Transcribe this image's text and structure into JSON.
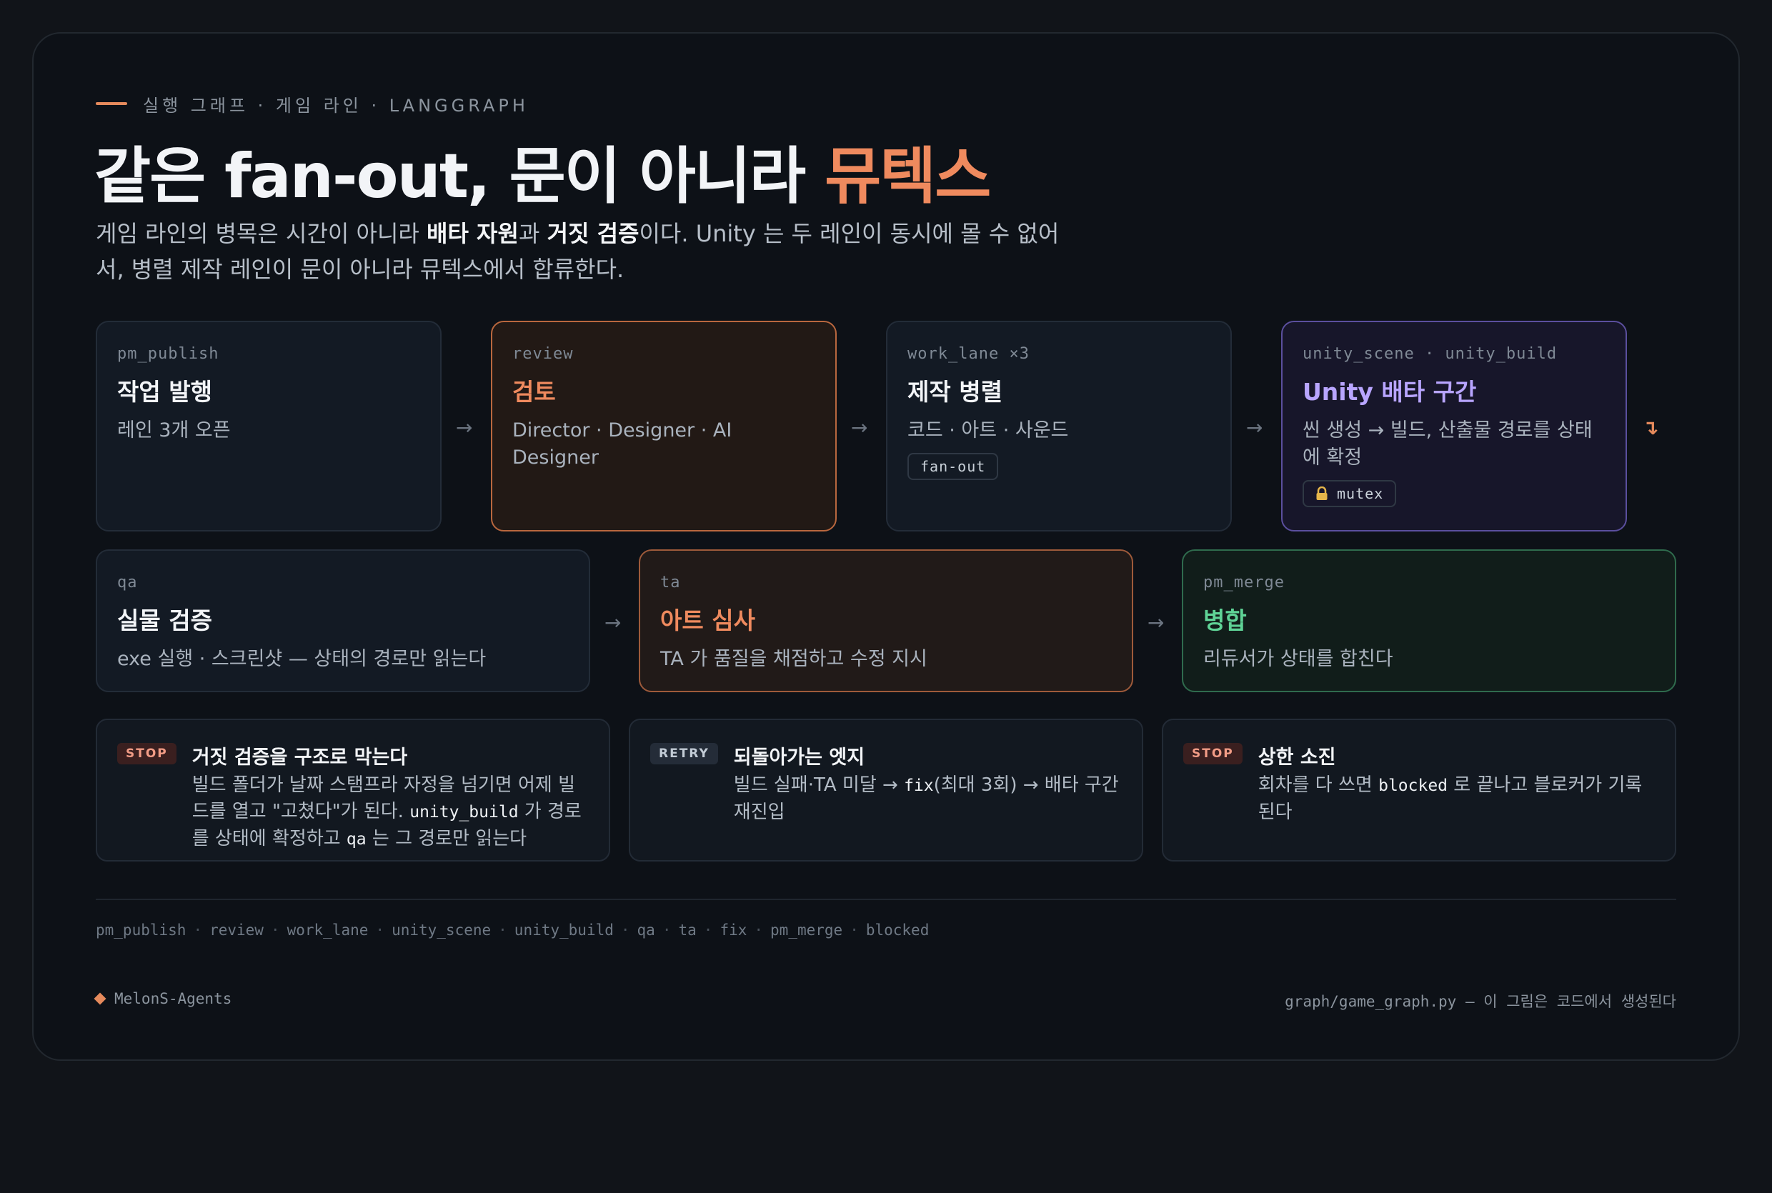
{
  "header": {
    "eyebrow": "실행 그래프 · 게임 라인 · LANGGRAPH",
    "title_main": "같은 fan-out, 문이 아니라 ",
    "title_accent": "뮤텍스",
    "subtitle_1": "게임 라인의 병목은 시간이 아니라 ",
    "subtitle_b1": "배타 자원",
    "subtitle_2": "과 ",
    "subtitle_b2": "거짓 검증",
    "subtitle_3": "이다. Unity 는 두 레인이 동시에 몰 수 없어서, 병렬 제작 레인이 문이 아니라 뮤텍스에서 합류한다."
  },
  "row1": [
    {
      "id": "pm_publish",
      "title": "작업 발행",
      "desc": "레인 3개 오픈"
    },
    {
      "id": "review",
      "title": "검토",
      "desc": "Director · Designer · AI Designer"
    },
    {
      "id": "work_lane ×3",
      "title": "제작 병렬",
      "desc": "코드 · 아트 · 사운드",
      "tag": "fan-out"
    },
    {
      "id": "unity_scene · unity_build",
      "title": "Unity 배타 구간",
      "desc": "씬 생성 → 빌드, 산출물 경로를 상태에 확정",
      "tag_icon": "lock-icon",
      "tag": "mutex"
    }
  ],
  "row2": [
    {
      "id": "qa",
      "title": "실물 검증",
      "desc": "exe 실행 · 스크린샷 — 상태의 경로만 읽는다"
    },
    {
      "id": "ta",
      "title": "아트 심사",
      "desc": "TA 가 품질을 채점하고 수정 지시"
    },
    {
      "id": "pm_merge",
      "title": "병합",
      "desc": "리듀서가 상태를 합친다"
    }
  ],
  "arrows": {
    "right": "→",
    "loop": "↴"
  },
  "notes": [
    {
      "badge": "STOP",
      "title": "거짓 검증을 구조로 막는다",
      "d1": "빌드 폴더가 날짜 스탬프라 자정을 넘기면 어제 빌드를 열고 \"고쳤다\"가 된다. ",
      "c1": "unity_build",
      "d2": " 가 경로를 상태에 확정하고 ",
      "c2": "qa",
      "d3": " 는 그 경로만 읽는다"
    },
    {
      "badge": "RETRY",
      "title": "되돌아가는 엣지",
      "d1": "빌드 실패·TA 미달 → ",
      "c1": "fix",
      "d2": "(최대 3회) → 배타 구간 재진입"
    },
    {
      "badge": "STOP",
      "title": "상한 소진",
      "d1": "회차를 다 쓰면 ",
      "c1": "blocked",
      "d2": " 로 끝나고 블로커가 기록된다"
    }
  ],
  "footer": {
    "nodes": [
      "pm_publish",
      "review",
      "work_lane",
      "unity_scene",
      "unity_build",
      "qa",
      "ta",
      "fix",
      "pm_merge",
      "blocked"
    ],
    "separator": "·",
    "brand": "MelonS-Agents",
    "source": "graph/game_graph.py — 이 그림은 코드에서 생성된다"
  },
  "colors": {
    "accent": "#ef8a5e",
    "unity": "#b8a5ff",
    "merge": "#5fd396"
  }
}
